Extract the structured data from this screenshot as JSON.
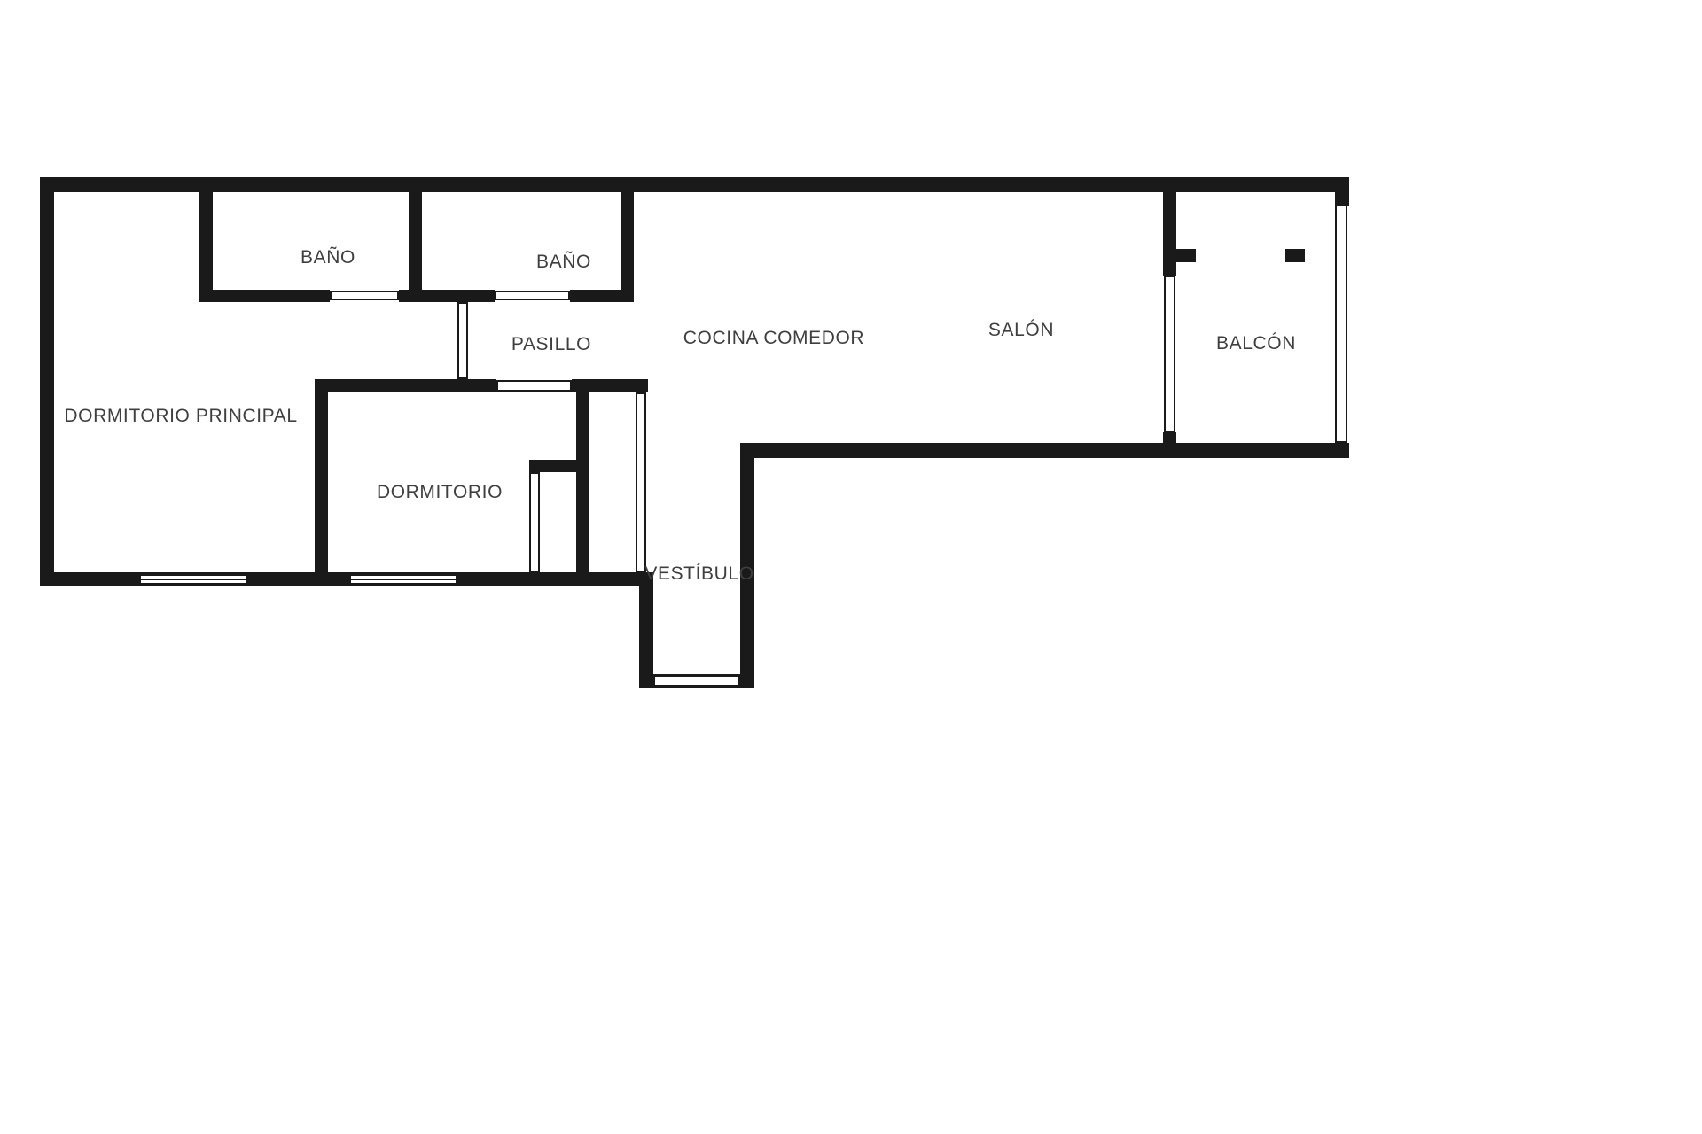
{
  "meta": {
    "background_color": "#ffffff",
    "wall_color": "#1a1a1a",
    "label_color": "#3f3f3f"
  },
  "rooms": [
    {
      "name": "dormitorio-principal",
      "label": "DORMITORIO PRINCIPAL"
    },
    {
      "name": "bano-1",
      "label": "BAÑO"
    },
    {
      "name": "bano-2",
      "label": "BAÑO"
    },
    {
      "name": "pasillo",
      "label": "PASILLO"
    },
    {
      "name": "cocina-comedor",
      "label": "COCINA COMEDOR"
    },
    {
      "name": "salon",
      "label": "SALÓN"
    },
    {
      "name": "balcon",
      "label": "BALCÓN"
    },
    {
      "name": "dormitorio",
      "label": "DORMITORIO"
    },
    {
      "name": "vestibulo",
      "label": "VESTÍBULO"
    }
  ]
}
